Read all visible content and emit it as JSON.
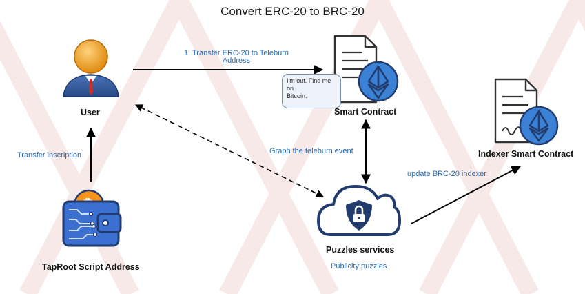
{
  "title": "Convert ERC-20 to BRC-20",
  "nodes": {
    "user": {
      "label": "User",
      "icon": "user-avatar-icon"
    },
    "smart_contract": {
      "label": "Smart Contract",
      "icon": "ethereum-document-icon"
    },
    "indexer": {
      "label": "Indexer Smart Contract",
      "icon": "ethereum-certificate-icon"
    },
    "puzzles": {
      "label": "Puzzles services",
      "icon": "cloud-shield-lock-icon"
    },
    "taproot": {
      "label": "TapRoot Script Address",
      "icon": "bitcoin-wallet-icon"
    }
  },
  "edges": {
    "transfer_erc20": {
      "label_line1": "1. Transfer ERC-20 to Teleburn",
      "label_line2": "Address"
    },
    "graph_event": {
      "label": "Graph the teleburn event"
    },
    "update_indexer": {
      "label": "update BRC-20 indexer"
    },
    "transfer_inscription": {
      "label": "Transfer inscription"
    },
    "publicity": {
      "label": "Publicity puzzles"
    }
  },
  "bubble": {
    "line1": "I'm out. Find me on",
    "line2": "Bitcoin."
  },
  "colors": {
    "edge_label": "#2b6cb0",
    "eth_blue": "#3b82d6",
    "navy": "#233c6e",
    "user_orange": "#f0a020",
    "bitcoin_orange": "#f7931a"
  }
}
